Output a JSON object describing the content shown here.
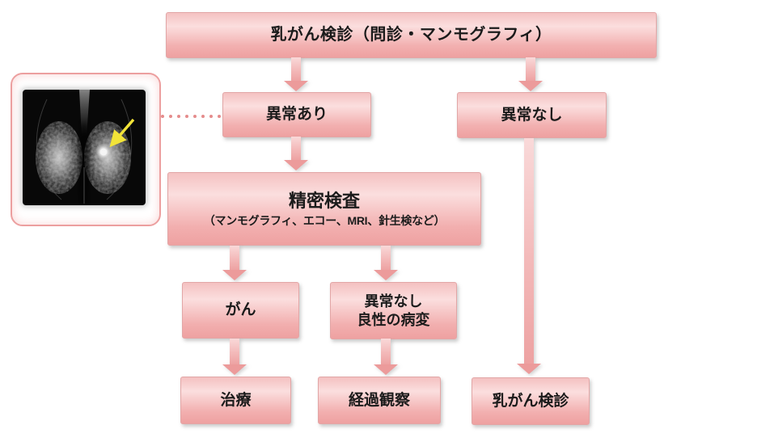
{
  "flow": {
    "title": "乳がん検診（問診・マンモグラフィ）",
    "abnormal": "異常あり",
    "normal": "異常なし",
    "exam_title": "精密検査",
    "exam_sub": "（マンモグラフィ、エコー、MRI、針生検など）",
    "cancer": "がん",
    "benign_line1": "異常なし",
    "benign_line2": "良性の病変",
    "treatment": "治療",
    "followup": "経過観察",
    "screening": "乳がん検診"
  },
  "palette": {
    "box_top": "#f4c1c1",
    "box_light": "#fbdede",
    "box_bottom": "#eea1a1",
    "box_border": "#e2a6a6",
    "arrow_fill": "#ec9b9b",
    "dot_color": "#e58c8c",
    "frame_border": "#ec9f9f",
    "highlight_arrow": "#f2e338",
    "text": "#1b1b1b"
  },
  "icons": {
    "mammogram": "mammogram-image",
    "tumor_pointer": "tumor-highlight-arrow-icon",
    "flow_arrow": "flow-arrow-icon"
  }
}
